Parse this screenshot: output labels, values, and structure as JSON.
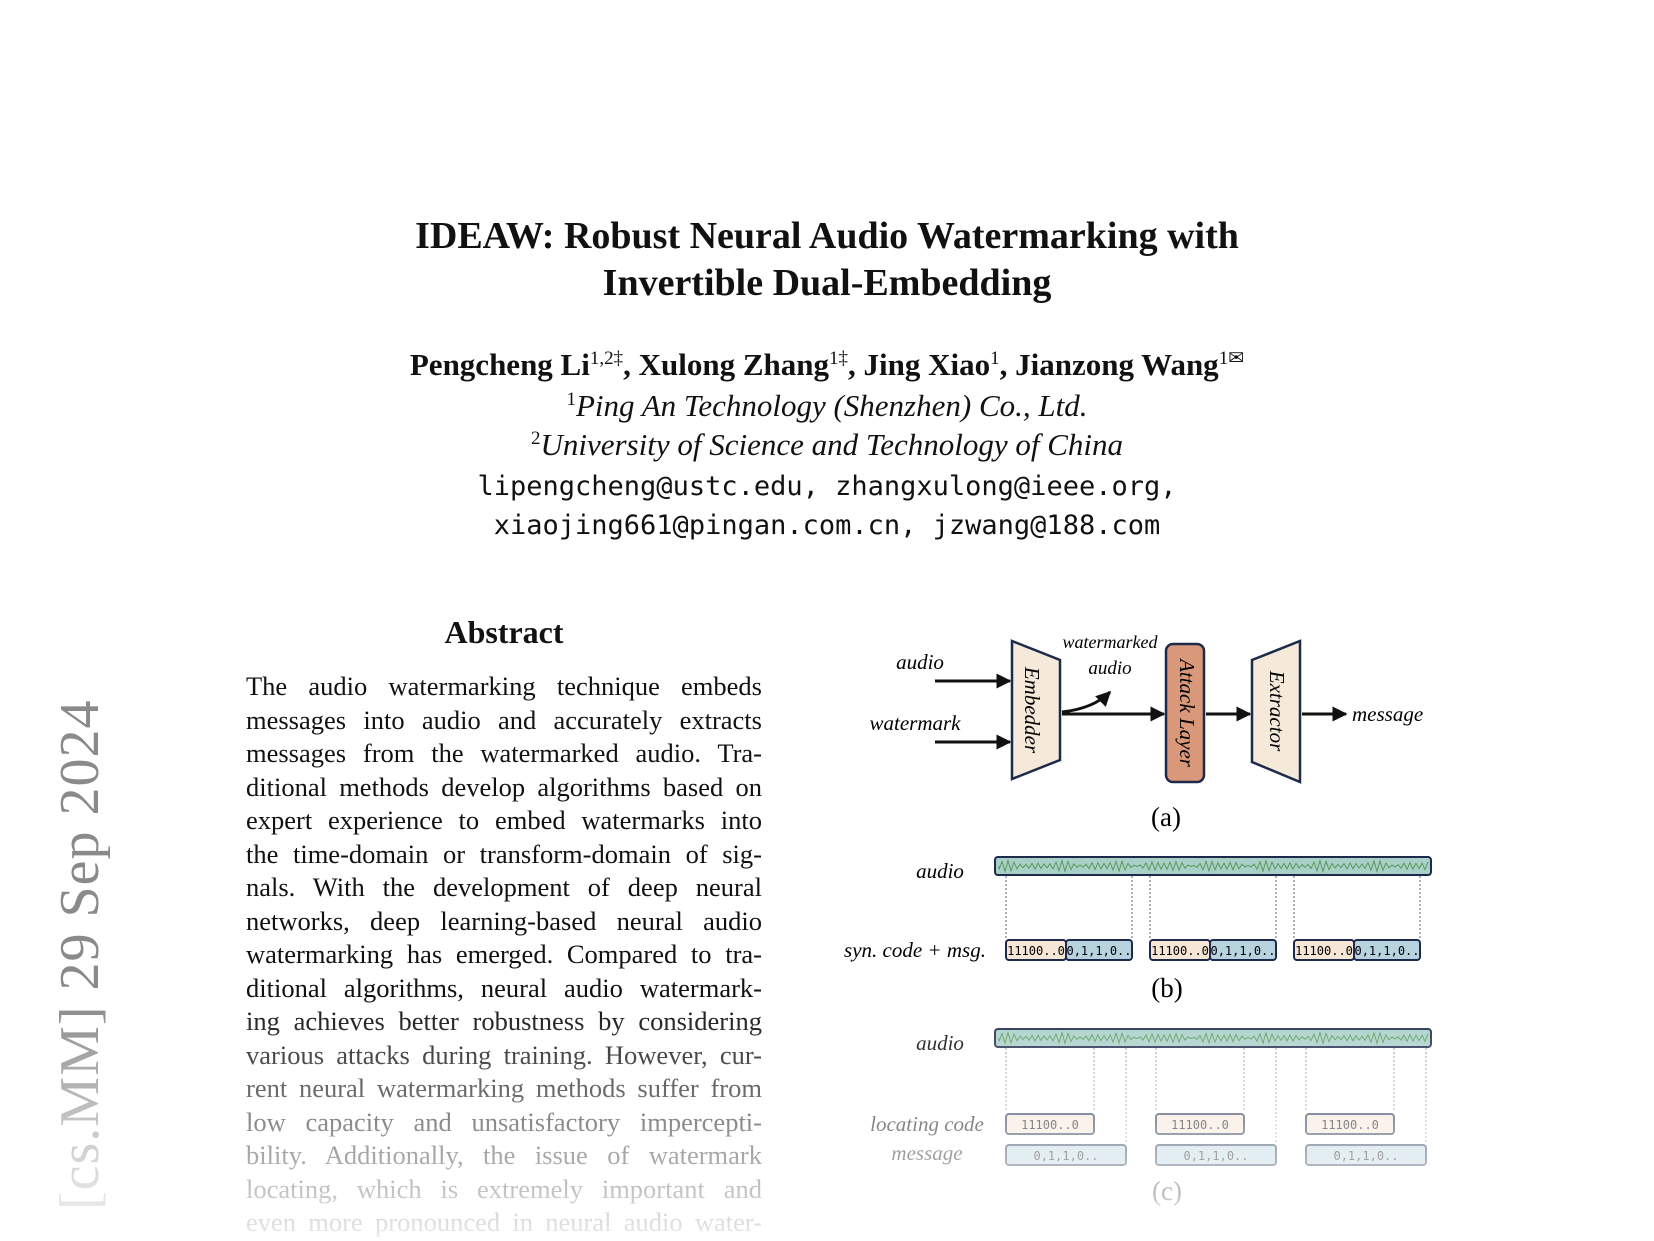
{
  "arxiv_stamp": "[cs.MM]  29 Sep 2024",
  "title": {
    "line1": "IDEAW: Robust Neural Audio Watermarking with",
    "line2": "Invertible Dual-Embedding"
  },
  "authors": [
    {
      "name": "Pengcheng Li",
      "sup": "1,2‡",
      "sep": ", "
    },
    {
      "name": "Xulong Zhang",
      "sup": "1‡",
      "sep": ", "
    },
    {
      "name": "Jing Xiao",
      "sup": "1",
      "sep": ", "
    },
    {
      "name": "Jianzong Wang",
      "sup": "1✉",
      "sep": ""
    }
  ],
  "affiliations": [
    {
      "sup": "1",
      "name": "Ping An Technology (Shenzhen) Co., Ltd."
    },
    {
      "sup": "2",
      "name": "University of Science and Technology of China"
    }
  ],
  "emails": [
    "lipengcheng@ustc.edu, zhangxulong@ieee.org,",
    "xiaojing661@pingan.com.cn, jzwang@188.com"
  ],
  "abstract": {
    "heading": "Abstract",
    "lines": [
      "The audio watermarking technique embeds",
      "messages into audio and accurately extracts",
      "messages from the watermarked audio.  Tra-",
      "ditional methods develop algorithms based on",
      "expert experience to embed watermarks into",
      "the time-domain or transform-domain of sig-",
      "nals.  With the development of deep neural",
      "networks, deep learning-based neural audio",
      "watermarking has emerged. Compared to tra-",
      "ditional algorithms, neural audio watermark-",
      "ing achieves better robustness by considering",
      "various attacks during training. However, cur-",
      "rent neural watermarking methods suffer from",
      "low capacity and unsatisfactory impercepti-",
      "bility.  Additionally, the issue of watermark",
      "locating, which is extremely important and",
      "even more pronounced in neural audio water-"
    ]
  },
  "figure": {
    "a": {
      "input_audio": "audio",
      "input_watermark": "watermark",
      "embedder": "Embedder",
      "watermarked_line1": "watermarked",
      "watermarked_line2": "audio",
      "attack": "Attack Layer",
      "extractor": "Extractor",
      "output": "message",
      "caption": "(a)"
    },
    "b": {
      "audio_label": "audio",
      "code_label": "syn. code + msg.",
      "code_text": "11100..0",
      "msg_text": "0,1,1,0..",
      "caption": "(b)"
    },
    "c": {
      "audio_label": "audio",
      "locating_label": "locating code",
      "message_label": "message",
      "code_text": "11100..0",
      "msg_text": "0,1,1,0..",
      "caption": "(c)"
    },
    "colors": {
      "module_fill": "#f5e9da",
      "module_stroke": "#1e2a4a",
      "attack_fill": "#d9987a",
      "audio_fill": "#a9cfc9",
      "msg_fill": "#b7d3de",
      "code_fill": "#f5e6d6"
    }
  }
}
